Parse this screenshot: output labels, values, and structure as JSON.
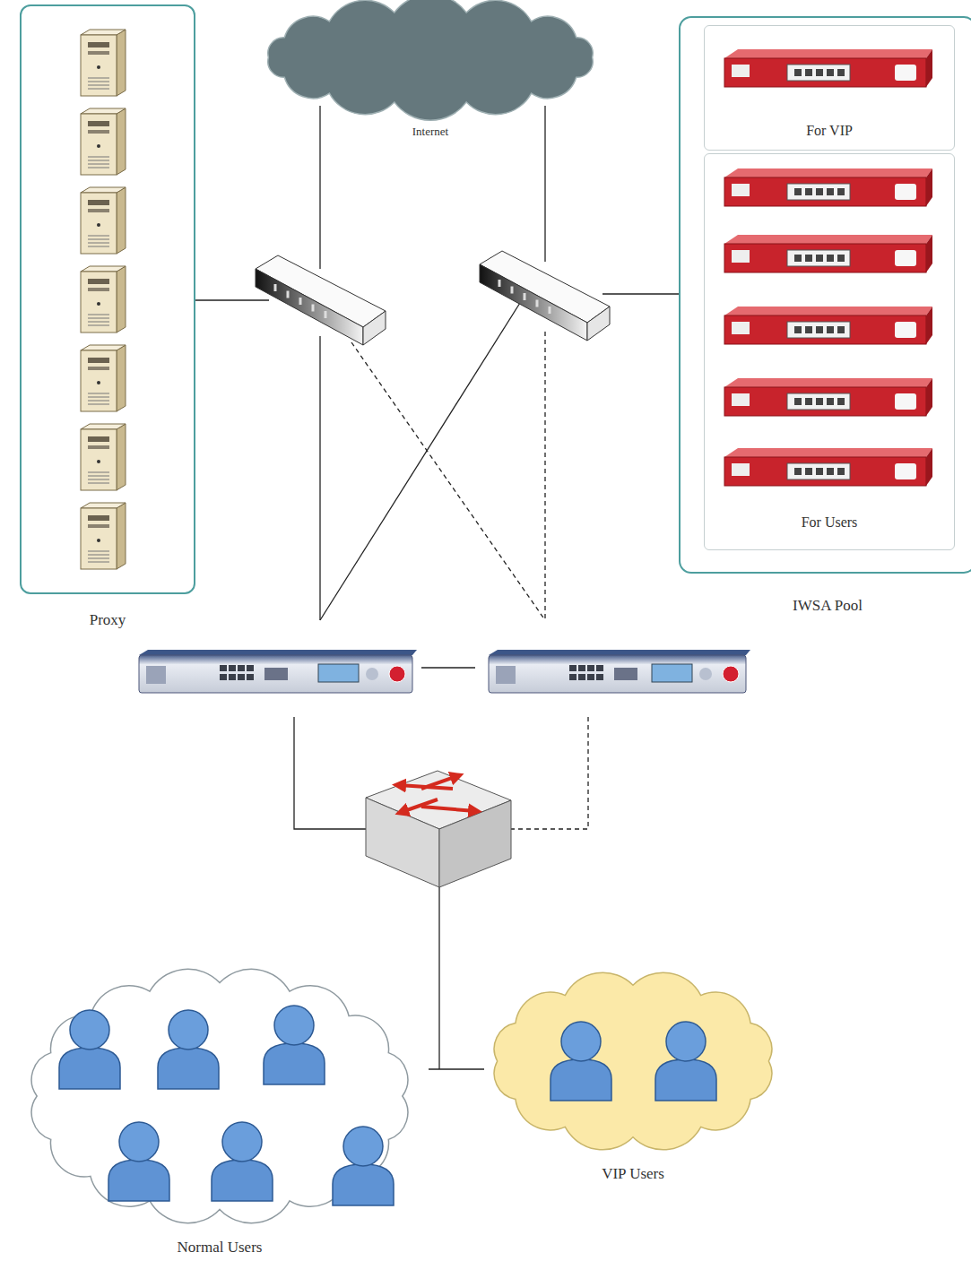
{
  "diagram": {
    "nodes": [
      {
        "text": [
          "Proxy"
        ]
      },
      {
        "text": [
          "Internet"
        ]
      },
      {
        "text": [
          "IWSA Pool"
        ]
      },
      {
        "text": [
          "For VIP"
        ],
        "in": 2
      },
      {
        "text": [
          "For Users"
        ],
        "in": 2
      },
      {
        "text": [
          "Normal Users"
        ]
      },
      {
        "text": [
          "VIP Users"
        ]
      }
    ]
  }
}
